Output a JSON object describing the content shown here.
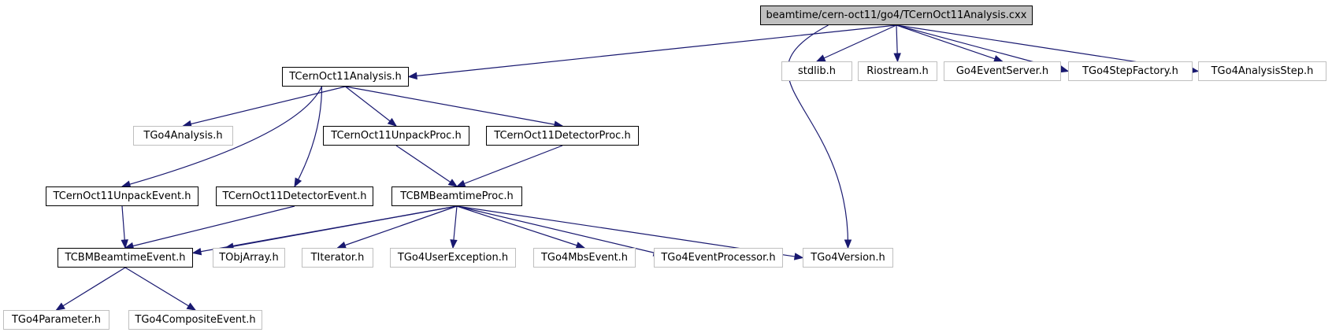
{
  "colors": {
    "edge": "#191970",
    "root_fill": "#bfbfbf",
    "documented_border": "#000000",
    "undocumented_border": "#bfbfbf"
  },
  "nodes": {
    "root": {
      "label": "beamtime/cern-oct11/go4/TCernOct11Analysis.cxx",
      "kind": "root"
    },
    "analysis_h": {
      "label": "TCernOct11Analysis.h",
      "kind": "documented"
    },
    "stdlib": {
      "label": "stdlib.h",
      "kind": "undocumented"
    },
    "riostream": {
      "label": "Riostream.h",
      "kind": "undocumented"
    },
    "eventserver": {
      "label": "Go4EventServer.h",
      "kind": "undocumented"
    },
    "stepfactory": {
      "label": "TGo4StepFactory.h",
      "kind": "undocumented"
    },
    "analysisstep": {
      "label": "TGo4AnalysisStep.h",
      "kind": "undocumented"
    },
    "go4analysis": {
      "label": "TGo4Analysis.h",
      "kind": "undocumented"
    },
    "unpackproc": {
      "label": "TCernOct11UnpackProc.h",
      "kind": "documented"
    },
    "detectorproc": {
      "label": "TCernOct11DetectorProc.h",
      "kind": "documented"
    },
    "unpackevent": {
      "label": "TCernOct11UnpackEvent.h",
      "kind": "documented"
    },
    "detectorevent": {
      "label": "TCernOct11DetectorEvent.h",
      "kind": "documented"
    },
    "beamtimeproc": {
      "label": "TCBMBeamtimeProc.h",
      "kind": "documented"
    },
    "beamtimeevent": {
      "label": "TCBMBeamtimeEvent.h",
      "kind": "documented"
    },
    "objarray": {
      "label": "TObjArray.h",
      "kind": "undocumented"
    },
    "iterator": {
      "label": "TIterator.h",
      "kind": "undocumented"
    },
    "userexception": {
      "label": "TGo4UserException.h",
      "kind": "undocumented"
    },
    "mbsevent": {
      "label": "TGo4MbsEvent.h",
      "kind": "undocumented"
    },
    "eventprocessor": {
      "label": "TGo4EventProcessor.h",
      "kind": "undocumented"
    },
    "version": {
      "label": "TGo4Version.h",
      "kind": "undocumented"
    },
    "parameter": {
      "label": "TGo4Parameter.h",
      "kind": "undocumented"
    },
    "compositeevent": {
      "label": "TGo4CompositeEvent.h",
      "kind": "undocumented"
    }
  },
  "edges": [
    [
      "root",
      "analysis_h"
    ],
    [
      "root",
      "version"
    ],
    [
      "root",
      "stdlib"
    ],
    [
      "root",
      "riostream"
    ],
    [
      "root",
      "eventserver"
    ],
    [
      "root",
      "stepfactory"
    ],
    [
      "root",
      "analysisstep"
    ],
    [
      "analysis_h",
      "go4analysis"
    ],
    [
      "analysis_h",
      "unpackevent"
    ],
    [
      "analysis_h",
      "detectorevent"
    ],
    [
      "analysis_h",
      "unpackproc"
    ],
    [
      "analysis_h",
      "detectorproc"
    ],
    [
      "unpackproc",
      "beamtimeproc"
    ],
    [
      "detectorproc",
      "beamtimeproc"
    ],
    [
      "unpackevent",
      "beamtimeevent"
    ],
    [
      "detectorevent",
      "beamtimeevent"
    ],
    [
      "beamtimeproc",
      "beamtimeevent"
    ],
    [
      "beamtimeproc",
      "objarray"
    ],
    [
      "beamtimeproc",
      "iterator"
    ],
    [
      "beamtimeproc",
      "userexception"
    ],
    [
      "beamtimeproc",
      "mbsevent"
    ],
    [
      "beamtimeproc",
      "eventprocessor"
    ],
    [
      "beamtimeproc",
      "version"
    ],
    [
      "beamtimeevent",
      "parameter"
    ],
    [
      "beamtimeevent",
      "compositeevent"
    ]
  ]
}
